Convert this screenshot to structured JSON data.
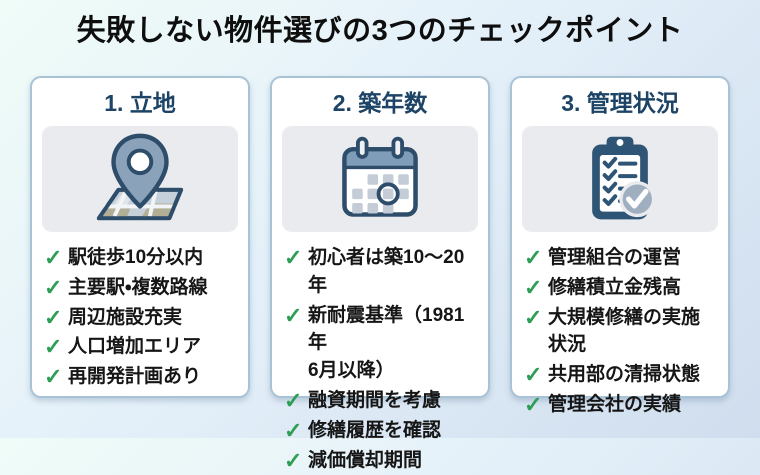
{
  "title": "失敗しない物件選びの3つのチェックポイント",
  "check_glyph": "✓",
  "colors": {
    "background_top": "#f0fcf8",
    "background_bottom": "#cfddee",
    "card_background": "#ffffff",
    "card_border": "#a9c3d6",
    "heading_navy": "#1d4466",
    "check_green": "#2d9e54",
    "body_text": "#161616",
    "icon_panel_gray": "#e9ebee",
    "icon_outline": "#2e4d6b",
    "icon_slate": "#8ba3ba",
    "icon_badge_gray": "#9fafc0"
  },
  "cards": [
    {
      "heading": "1. 立地",
      "icon": "map-pin-icon",
      "items": [
        "駅徒歩10分以内",
        "主要駅・複数路線",
        "周辺施設充実",
        "人口増加エリア",
        "再開発計画あり"
      ]
    },
    {
      "heading": "2. 築年数",
      "icon": "calendar-icon",
      "items": [
        "初心者は築10〜20年",
        "新耐震基準（1981年\n6月以降）",
        "融資期間を考慮",
        "修繕履歴を確認",
        "減価償却期間"
      ]
    },
    {
      "heading": "3. 管理状況",
      "icon": "clipboard-check-icon",
      "items": [
        "管理組合の運営",
        "修繕積立金残高",
        "大規模修繕の実施\n状況",
        "共用部の清掃状態",
        "管理会社の実績"
      ]
    }
  ]
}
